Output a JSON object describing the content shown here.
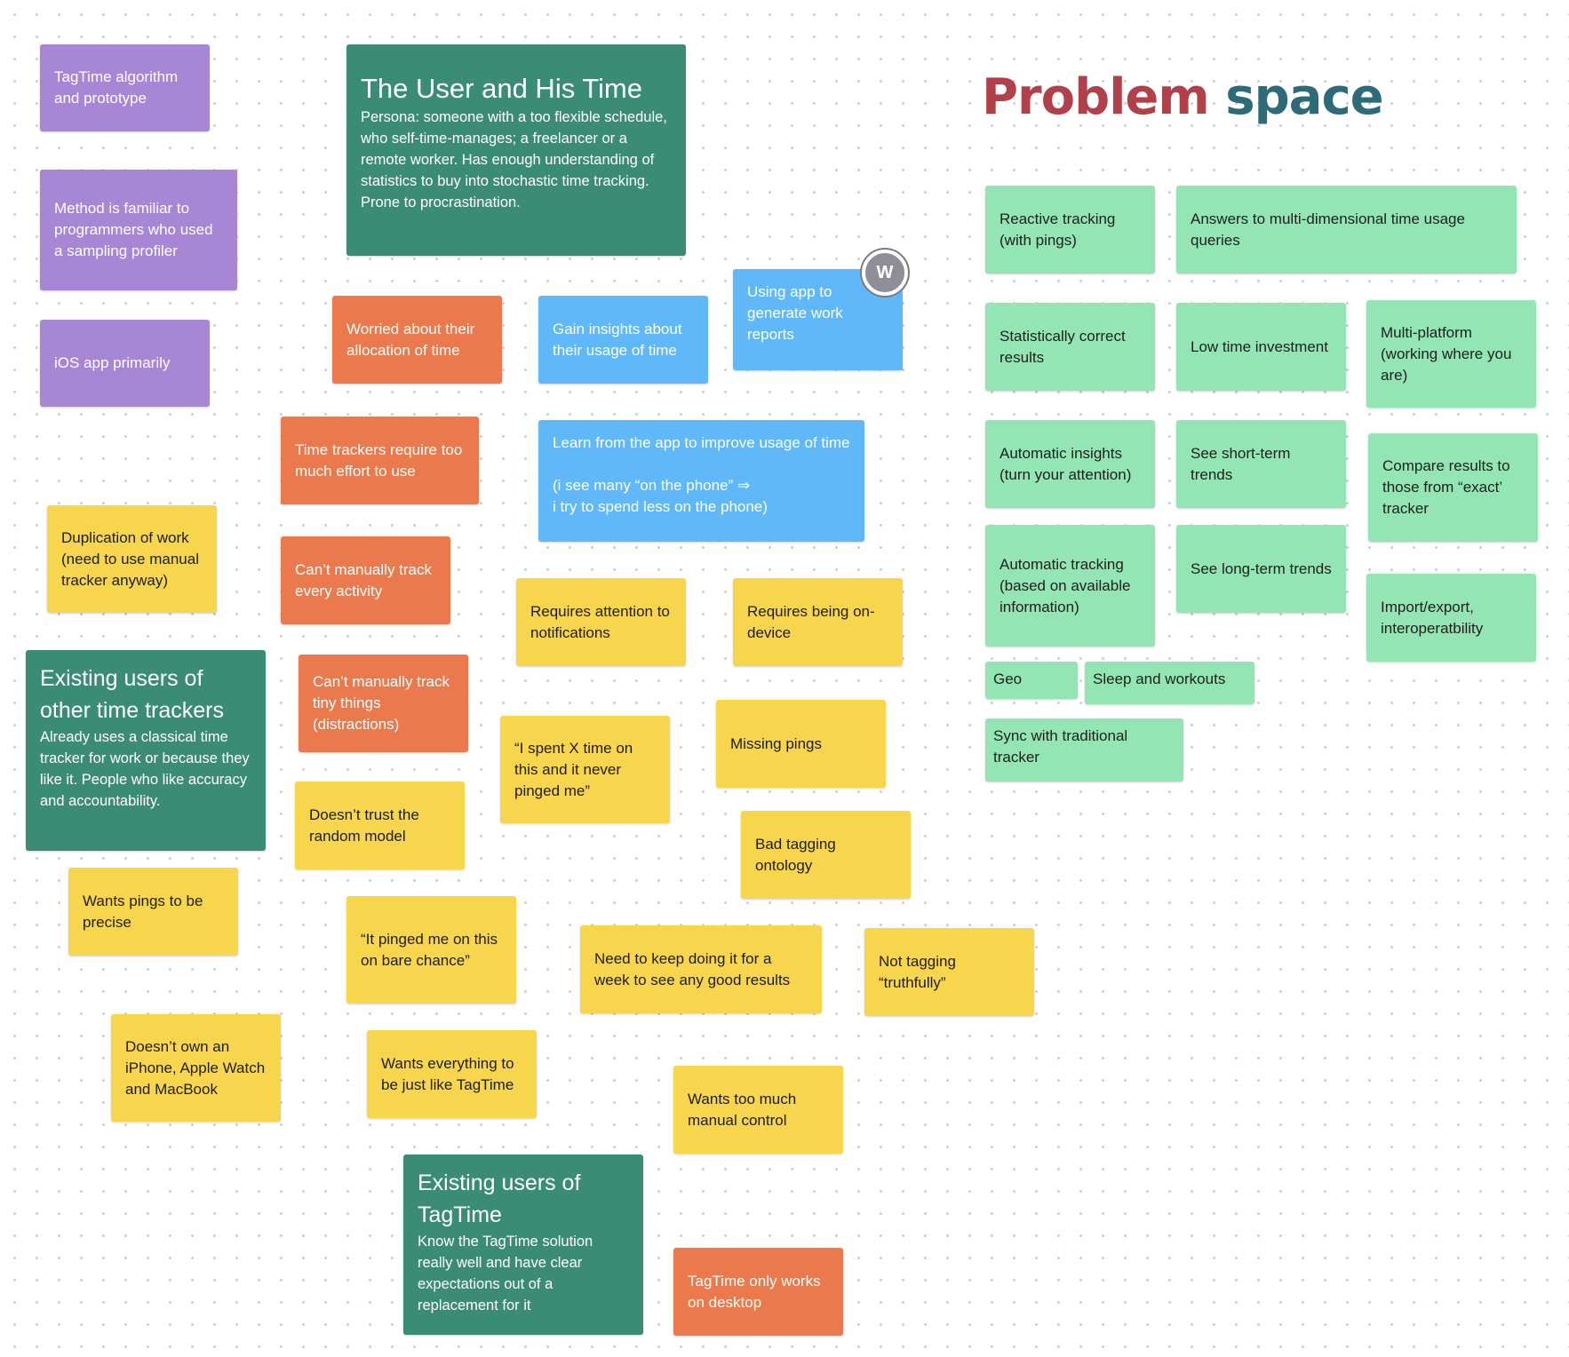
{
  "title": {
    "word1": "Problem",
    "word2": "space",
    "colors": {
      "word1": "#b0404a",
      "word2": "#2e6b78"
    }
  },
  "avatar": {
    "initial": "W"
  },
  "colors": {
    "purple": "#a886d6",
    "dark_green": "#3b8c74",
    "orange": "#ea7a4e",
    "blue": "#61b8f8",
    "yellow": "#f7d54d",
    "mint": "#93e6b4"
  },
  "purple_notes": [
    "TagTime algorithm and prototype",
    "Method is familiar to programmers who used a sampling profiler",
    "iOS app primarily"
  ],
  "user_groups": [
    {
      "heading": "The User and His Time",
      "body": "Persona: someone with a too flexible schedule, who self-time-manages; a freelancer or a remote worker. Has enough understanding of statistics to buy into stochastic time tracking. Prone to procrastination."
    },
    {
      "heading": "Existing users of other time trackers",
      "body": "Already uses a classical time tracker for work or because they like it. People who like accuracy and accountability."
    },
    {
      "heading": "Existing users of TagTime",
      "body": "Know the TagTime solution really well and have clear expectations out of a replacement for it"
    }
  ],
  "orange_notes": [
    "Worried about their allocation of time",
    "Time trackers require too much effort to use",
    "Can’t manually track every activity",
    "Can’t manually track tiny things (distractions)",
    "TagTime only works on desktop"
  ],
  "blue_notes": [
    "Gain insights about their usage of time",
    "Using app to generate work reports",
    "Learn from the app to improve usage of time\n\n(i see many “on the phone” ⇒\ni try to spend less on the phone)"
  ],
  "yellow_notes": [
    "Duplication of work (need to use manual tracker anyway)",
    "Requires attention to notifications",
    "Requires being on-device",
    "“I spent X time on this and it never pinged me”",
    "Missing pings",
    "Doesn’t trust the random model",
    "Bad tagging ontology",
    "Wants pings to be precise",
    "“It pinged me on this on bare chance”",
    "Need to keep doing it for a week to see any good results",
    "Not tagging “truthfully”",
    "Doesn’t own an iPhone, Apple Watch and MacBook",
    "Wants everything to be just like TagTime",
    "Wants too much manual control"
  ],
  "green_notes": [
    "Reactive tracking (with pings)",
    "Answers to multi-dimensional time usage queries",
    "Statistically correct results",
    "Low time  investment",
    "Multi-platform (working where you are)",
    "Automatic insights (turn your attention)",
    "See short-term trends",
    "Compare results to those from “exact’ tracker",
    "Automatic tracking (based on available information)",
    "See long-term trends",
    "Import/export, interoperatbility",
    "Geo",
    "Sleep and workouts",
    "Sync with traditional tracker"
  ]
}
